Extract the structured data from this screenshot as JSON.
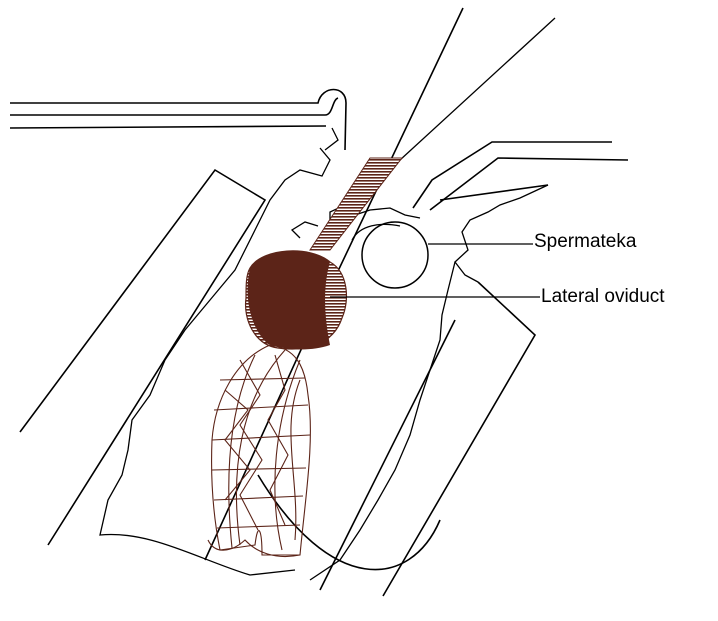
{
  "labels": {
    "spermateka": "Spermateka",
    "lateral_oviduct": "Lateral oviduct"
  },
  "colors": {
    "outline": "#000000",
    "structure": "#5c2418",
    "background": "#ffffff"
  },
  "structures": [
    "body-wall",
    "spermatheca",
    "lateral-oviduct",
    "ovary",
    "injection-needle"
  ]
}
